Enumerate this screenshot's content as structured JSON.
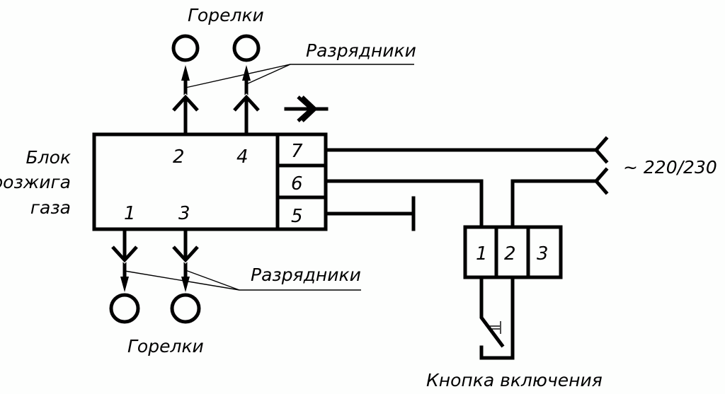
{
  "diagram": {
    "block": {
      "title_lines": [
        "Блок",
        "розжига",
        "газа"
      ],
      "ports_top": [
        "2",
        "4"
      ],
      "ports_bottom": [
        "1",
        "3"
      ],
      "terminals": [
        "7",
        "6",
        "5"
      ]
    },
    "burners_top_label": "Горелки",
    "burners_bottom_label": "Горелки",
    "arresters_top_label": "Разрядники",
    "arresters_bottom_label": "Разрядники",
    "supply_label": "~ 220/230",
    "button": {
      "terminals": [
        "1",
        "2",
        "3"
      ],
      "label": "Кнопка включения"
    }
  }
}
